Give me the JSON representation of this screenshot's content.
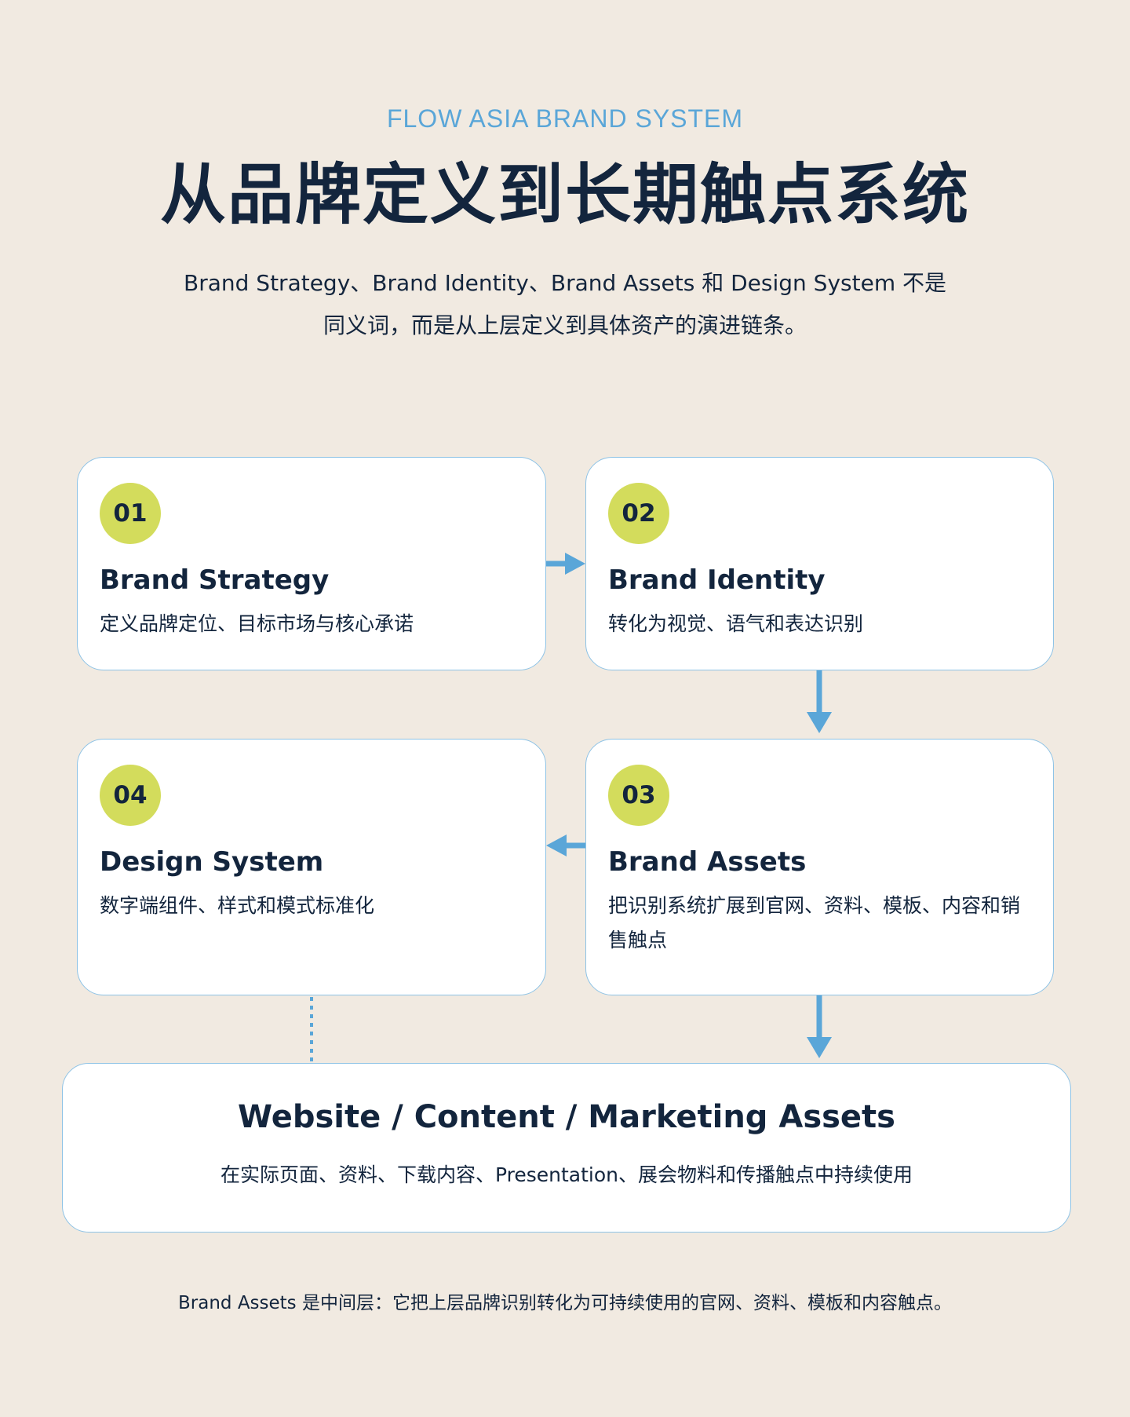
{
  "header": {
    "eyebrow": "FLOW ASIA BRAND SYSTEM",
    "title": "从品牌定义到长期触点系统",
    "subtitle_line1": "Brand Strategy、Brand Identity、Brand Assets 和 Design System 不是",
    "subtitle_line2": "同义词，而是从上层定义到具体资产的演进链条。"
  },
  "steps": [
    {
      "number": "01",
      "title": "Brand Strategy",
      "description": "定义品牌定位、目标市场与核心承诺"
    },
    {
      "number": "02",
      "title": "Brand Identity",
      "description": "转化为视觉、语气和表达识别"
    },
    {
      "number": "03",
      "title": "Brand Assets",
      "description": "把识别系统扩展到官网、资料、模板、内容和销售触点"
    },
    {
      "number": "04",
      "title": "Design System",
      "description": "数字端组件、样式和模式标准化"
    }
  ],
  "outcome": {
    "title": "Website / Content / Marketing Assets",
    "description": "在实际页面、资料、下载内容、Presentation、展会物料和传播触点中持续使用"
  },
  "footnote": "Brand Assets 是中间层：它把上层品牌识别转化为可持续使用的官网、资料、模板和内容触点。",
  "colors": {
    "background": "#f1eae1",
    "navy": "#13253d",
    "accent_blue": "#5aa6d8",
    "badge_lime": "#d3dc5c",
    "card_border": "#8ec3e6"
  }
}
